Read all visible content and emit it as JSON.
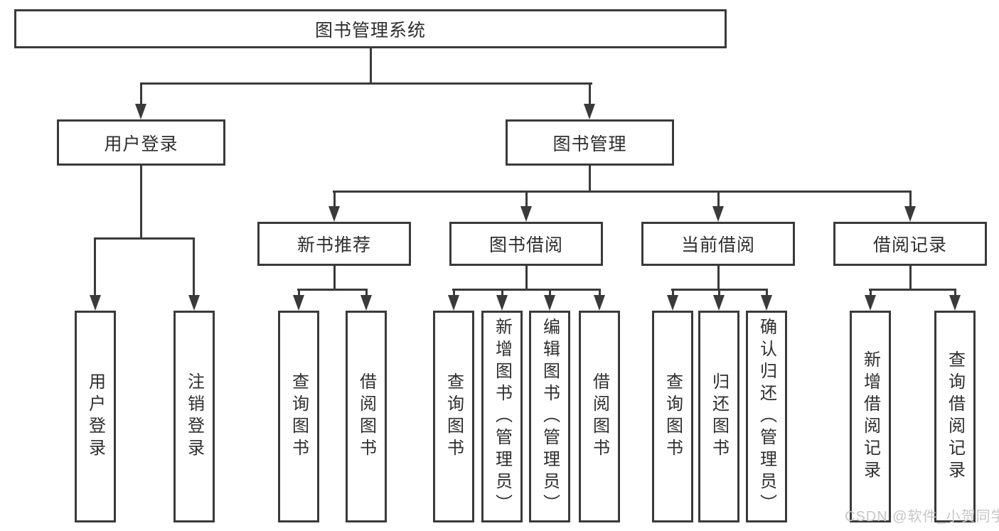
{
  "colors": {
    "line": "#3a3a3a",
    "text": "#2e2e2e",
    "background": "#ffffff",
    "watermark": "#c6c6c6"
  },
  "watermark": {
    "text": "CSDN @软件_小贺同学"
  },
  "tree": {
    "label": "图书管理系统",
    "children": [
      {
        "label": "用户登录",
        "children": [
          {
            "label": "用户登录"
          },
          {
            "label": "注销登录"
          }
        ]
      },
      {
        "label": "图书管理",
        "children": [
          {
            "label": "新书推荐",
            "children": [
              {
                "label": "查询图书"
              },
              {
                "label": "借阅图书"
              }
            ]
          },
          {
            "label": "图书借阅",
            "children": [
              {
                "label": "查询图书"
              },
              {
                "label": "新增图书（管理员）"
              },
              {
                "label": "编辑图书（管理员）"
              },
              {
                "label": "借阅图书"
              }
            ]
          },
          {
            "label": "当前借阅",
            "children": [
              {
                "label": "查询图书"
              },
              {
                "label": "归还图书"
              },
              {
                "label": "确认归还（管理员）"
              }
            ]
          },
          {
            "label": "借阅记录",
            "children": [
              {
                "label": "新增借阅记录"
              },
              {
                "label": "查询借阅记录"
              }
            ]
          }
        ]
      }
    ]
  }
}
